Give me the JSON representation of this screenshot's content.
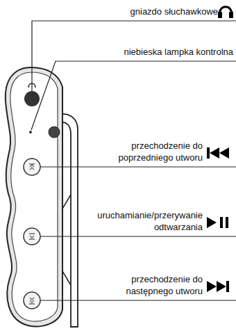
{
  "diagram": {
    "labels": [
      "gniazdo słuchawkowe",
      "niebieska lampka kontrolna",
      "przechodzenie do poprzedniego utworu",
      "uruchamianie/przerywanie odtwarzania",
      "przechodzenie do następnego utworu"
    ]
  }
}
